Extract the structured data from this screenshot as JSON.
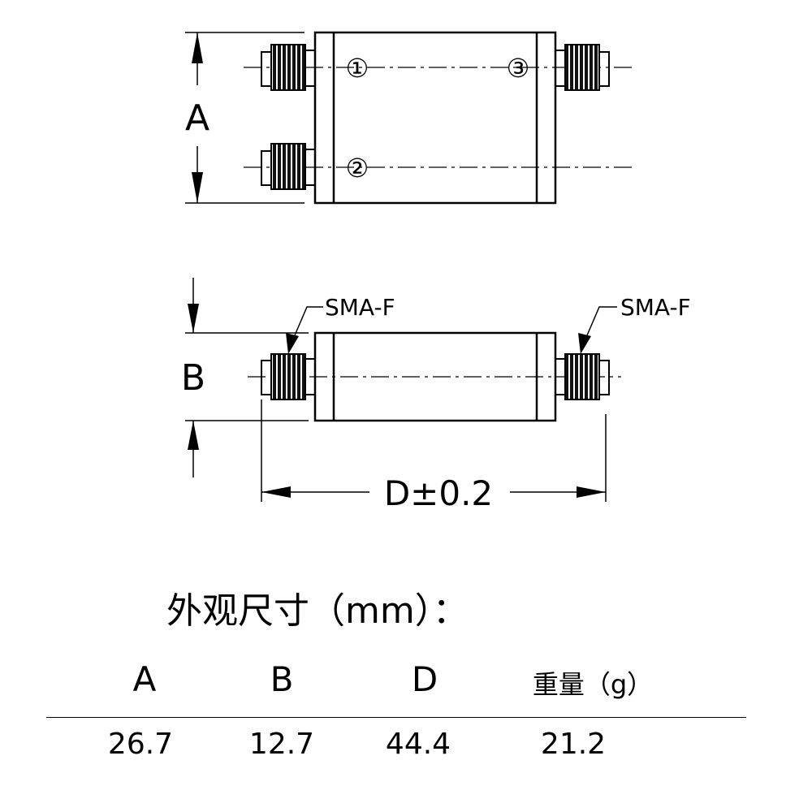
{
  "top_view": {
    "dim_label": "A",
    "port_labels": [
      "①",
      "②",
      "③"
    ]
  },
  "side_view": {
    "dim_label": "B",
    "connector_left": "SMA-F",
    "connector_right": "SMA-F",
    "length_label": "D±0.2"
  },
  "dimensions": {
    "title": "外观尺寸（mm）：",
    "headers": [
      "A",
      "B",
      "D",
      "重量（g）"
    ],
    "values": [
      "26.7",
      "12.7",
      "44.4",
      "21.2"
    ]
  }
}
